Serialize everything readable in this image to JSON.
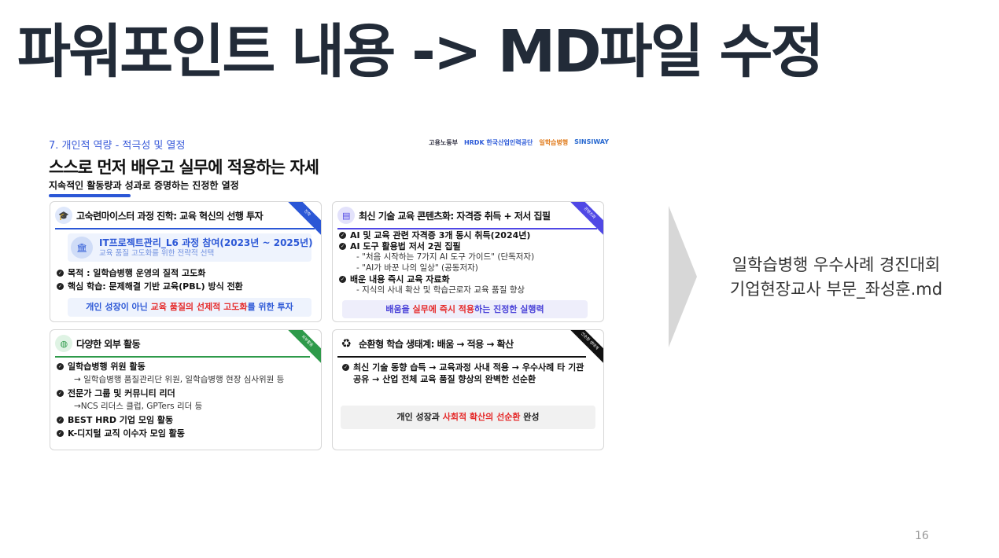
{
  "title": "파워포인트 내용 -> MD파일 수정",
  "slide": {
    "section": "7. 개인적 역량 - 적극성 및 열정",
    "logos": [
      "고용노동부",
      "HRDK 한국산업인력공단",
      "일학습병행",
      "SINSIWAY"
    ],
    "headline": "스스로 먼저 배우고 실무에 적용하는 자세",
    "subheadline": "지속적인 활동량과 성과로 증명하는 진정한 열정",
    "card1": {
      "title": "고숙련마이스터 과정 진학: 교육 혁신의 선행 투자",
      "ribbon": "진학",
      "highlight_title": "IT프로젝트관리_L6 과정 참여(2023년 ~ 2025년)",
      "highlight_sub": "교육 품질 고도화를 위한 전략적 선택",
      "items": [
        "목적 : 일학습병행 운영의 질적 고도화",
        "핵심 학습: 문제해결 기반 교육(PBL) 방식 전환"
      ],
      "footer_a": "개인 성장이 아닌 ",
      "footer_red": "교육 품질의 선제적 고도화",
      "footer_b": "를 위한 투자"
    },
    "card2": {
      "title": "최신 기술 교육 콘텐츠화: 자격증 취득 + 저서 집필",
      "ribbon": "콘텐츠화",
      "item1": "AI 및 교육 관련 자격증 3개 동시 취득(2024년)",
      "item2": "AI 도구 활용법 저서 2권 집필",
      "sub2a": "- \"처음 시작하는 7가지 AI 도구 가이드\" (단독저자)",
      "sub2b": "- \"AI가 바꾼 나의 일상\" (공동저자)",
      "item3": "배운 내용 즉시 교육 자료화",
      "sub3": "- 지식의 사내 확산 및 학습근로자 교육 품질 향상",
      "footer_a": "배움을 ",
      "footer_red": "실무에 즉시 적용",
      "footer_b": "하는 진정한 실행력"
    },
    "card3": {
      "title": "다양한 외부 활동",
      "ribbon": "외부활동",
      "item1": "일학습병행 위원 활동",
      "sub1": "→ 일학습병행 품질관리단 위원, 일학습병행 현장 심사위원 등",
      "item2": "전문가 그룹 및 커뮤니티 리더",
      "sub2": "→NCS 리더스 클럽, GPTers 리더 등",
      "item3": "BEST HRD 기업 모임 활동",
      "item4": "K-디지털 교직 이수자 모임 활동"
    },
    "card4": {
      "title": "순환형 학습 생태계: 배움 → 적용 → 확산",
      "ribbon": "선순환 생태계",
      "item1": "최신 기술 동향 습득 → 교육과정 사내 적용 → 우수사례 타 기관 공유 → 산업 전체 교육 품질 향상의 완벽한 선순환",
      "footer_a": "개인 성장과 ",
      "footer_red": "사회적 확산의 선순환",
      "footer_b": " 완성"
    }
  },
  "right_text": {
    "line1": "일학습병행 우수사례 경진대회",
    "line2": "기업현장교사 부문_좌성훈.md"
  },
  "page_number": "16"
}
